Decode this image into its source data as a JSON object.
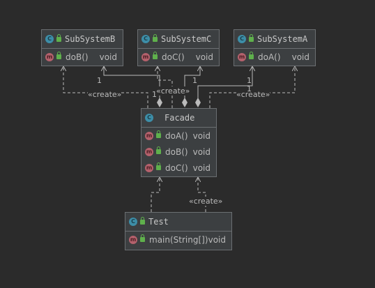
{
  "classes": {
    "subsystem_b": {
      "icon": "class-icon",
      "name": "SubSystemB",
      "methods": [
        {
          "name": "doB()",
          "ret": "void"
        }
      ]
    },
    "subsystem_c": {
      "icon": "class-icon",
      "name": "SubSystemC",
      "methods": [
        {
          "name": "doC()",
          "ret": "void"
        }
      ]
    },
    "subsystem_a": {
      "icon": "class-icon",
      "name": "SubSystemA",
      "methods": [
        {
          "name": "doA()",
          "ret": "void"
        }
      ]
    },
    "facade": {
      "icon": "class-icon",
      "name": "Facade",
      "methods": [
        {
          "name": "doA()",
          "ret": "void"
        },
        {
          "name": "doB()",
          "ret": "void"
        },
        {
          "name": "doC()",
          "ret": "void"
        }
      ]
    },
    "test": {
      "icon": "class-icon",
      "name": "Test",
      "methods": [
        {
          "name": "main(String[])",
          "ret": "void"
        }
      ]
    }
  },
  "icons": {
    "class": "C",
    "method": "m"
  },
  "relations": {
    "create_label": "«create»",
    "multiplicity": "1"
  },
  "colors": {
    "background": "#2b2b2b",
    "box": "#3c3f41",
    "line": "#bbbbbb"
  }
}
